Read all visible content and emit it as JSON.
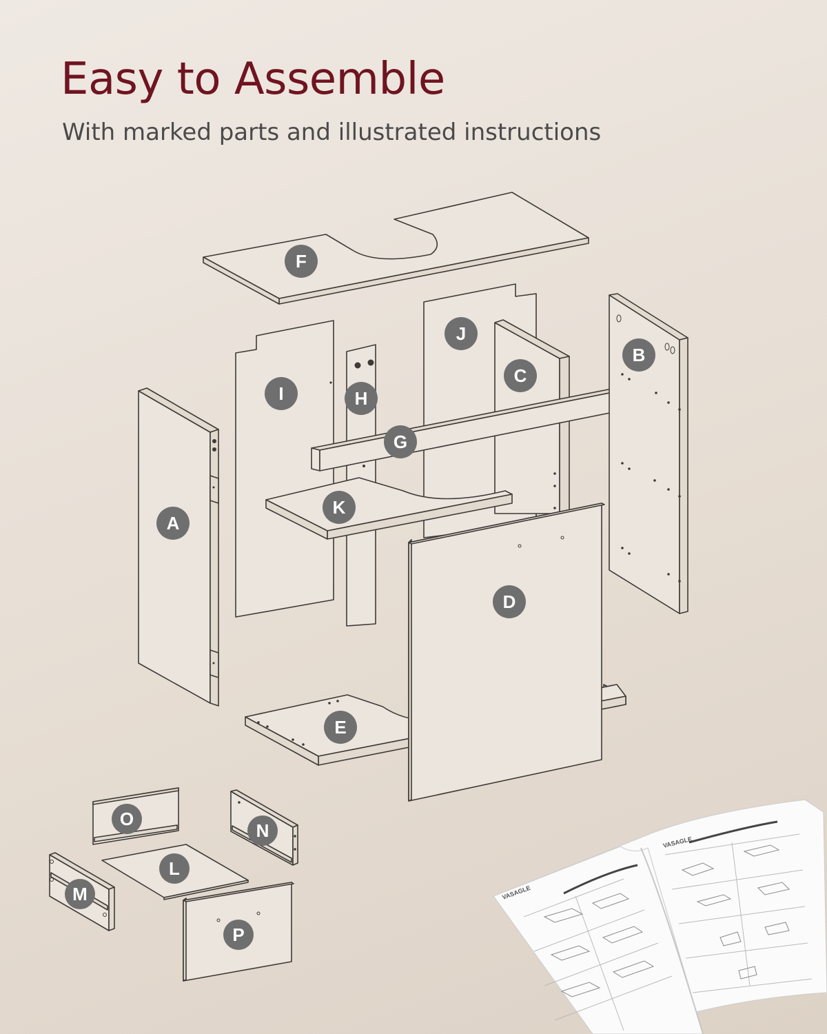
{
  "header": {
    "title": "Easy to Assemble",
    "subtitle": "With marked parts and illustrated instructions"
  },
  "parts": {
    "A": "A",
    "B": "B",
    "C": "C",
    "D": "D",
    "E": "E",
    "F": "F",
    "G": "G",
    "H": "H",
    "I": "I",
    "J": "J",
    "K": "K",
    "L": "L",
    "M": "M",
    "N": "N",
    "O": "O",
    "P": "P"
  },
  "manual": {
    "brand": "VASAGLE"
  },
  "colors": {
    "title": "#6f1420",
    "badge": "#6f6f6f",
    "line": "#3d3a37"
  }
}
